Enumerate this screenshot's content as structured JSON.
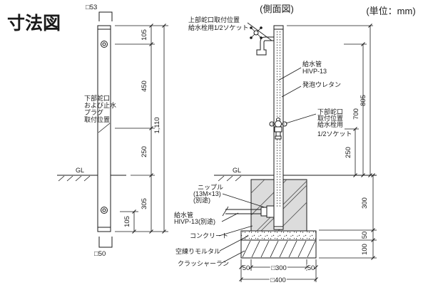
{
  "colors": {
    "background": "#ffffff",
    "line": "#1a1a1a",
    "concrete_fill": "#dcdcdc"
  },
  "title": "寸法図",
  "units_label": "(単位：mm)",
  "side_view_label": "(側面図)",
  "front_view": {
    "top_width": "□53",
    "bottom_width": "□50",
    "gl": "GL",
    "lower_tap_note": [
      "下部蛇口",
      "および止水",
      "プラグ",
      "取付位置"
    ],
    "dim_top_to_upper_hole": "105",
    "dim_upper_hole_to_lower_tap": "450",
    "dim_lower_tap_to_gl": "250",
    "dim_below_gl": "305",
    "dim_bottom_hole": "105",
    "dim_overall": "1,110"
  },
  "side_view": {
    "gl": "GL",
    "upper_tap_note": [
      "上部蛇口取付位置",
      "給水栓用1/2ソケット"
    ],
    "supply_pipe_note": [
      "給水管",
      "HIVP-13"
    ],
    "urethane_note": "発泡ウレタン",
    "lower_tap_note": [
      "下部蛇口",
      "取付位置",
      "給水栓用",
      "1/2ソケット"
    ],
    "nipple_note": [
      "ニップル",
      "(13M×13)",
      "(別途)"
    ],
    "buried_pipe_note": [
      "給水管",
      "HIVP-13(別途)"
    ],
    "concrete_note": "コンクリート",
    "mortar_note": "空練りモルタル",
    "crusher_note": "クラッシャーラン",
    "dim_gl_to_top": "805",
    "dim_gl_to_upper_tap": "700",
    "dim_gl_to_lower_tap": "250",
    "dim_concrete_depth": "300",
    "dim_mortar_depth": "50",
    "dim_crusher_depth": "100",
    "dim_margin_left": "50",
    "dim_concrete_width": "□300",
    "dim_margin_right": "50",
    "dim_base_width": "□400"
  }
}
